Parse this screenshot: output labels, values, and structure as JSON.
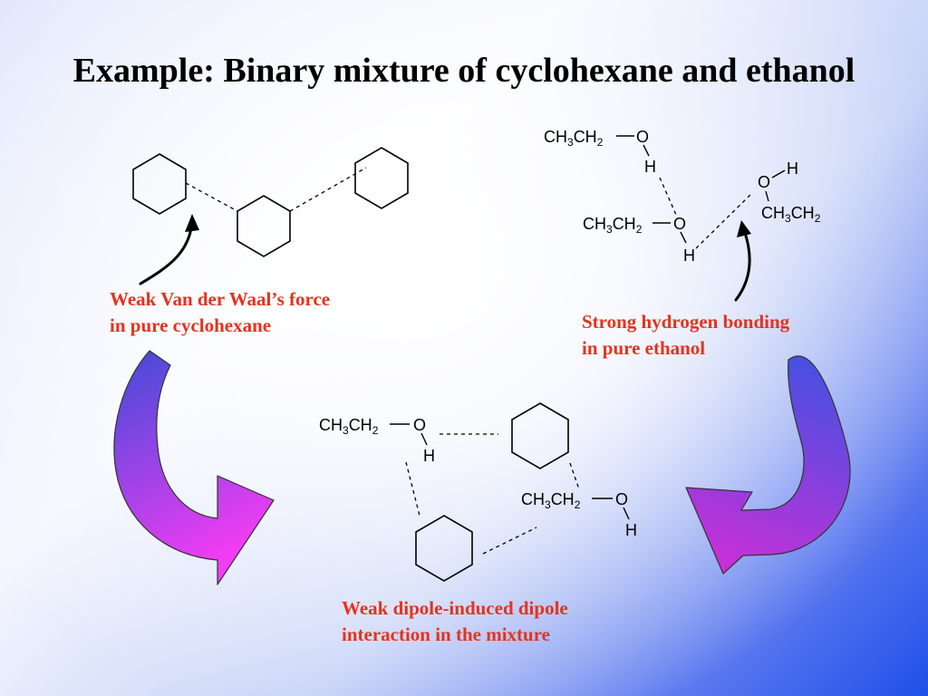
{
  "title": "Example:  Binary mixture of cyclohexane and ethanol",
  "captions": {
    "cyclohexane": [
      "Weak Van der Waal’s force",
      "in pure cyclohexane"
    ],
    "ethanol": [
      "Strong hydrogen bonding",
      "in pure ethanol"
    ],
    "mixture": [
      "Weak dipole-induced dipole",
      "interaction in the mixture"
    ]
  },
  "labels": {
    "ch": "CH",
    "sub3": "3",
    "sub2": "2",
    "oxygen": "O",
    "hydrogen": "H"
  },
  "colors": {
    "caption": "#e4331d",
    "arrow_top": "#3f4bd6",
    "arrow_bottom": "#f23cf4",
    "arrow_right_top": "#4a4fe0",
    "arrow_right_bottom": "#c92fd8"
  }
}
